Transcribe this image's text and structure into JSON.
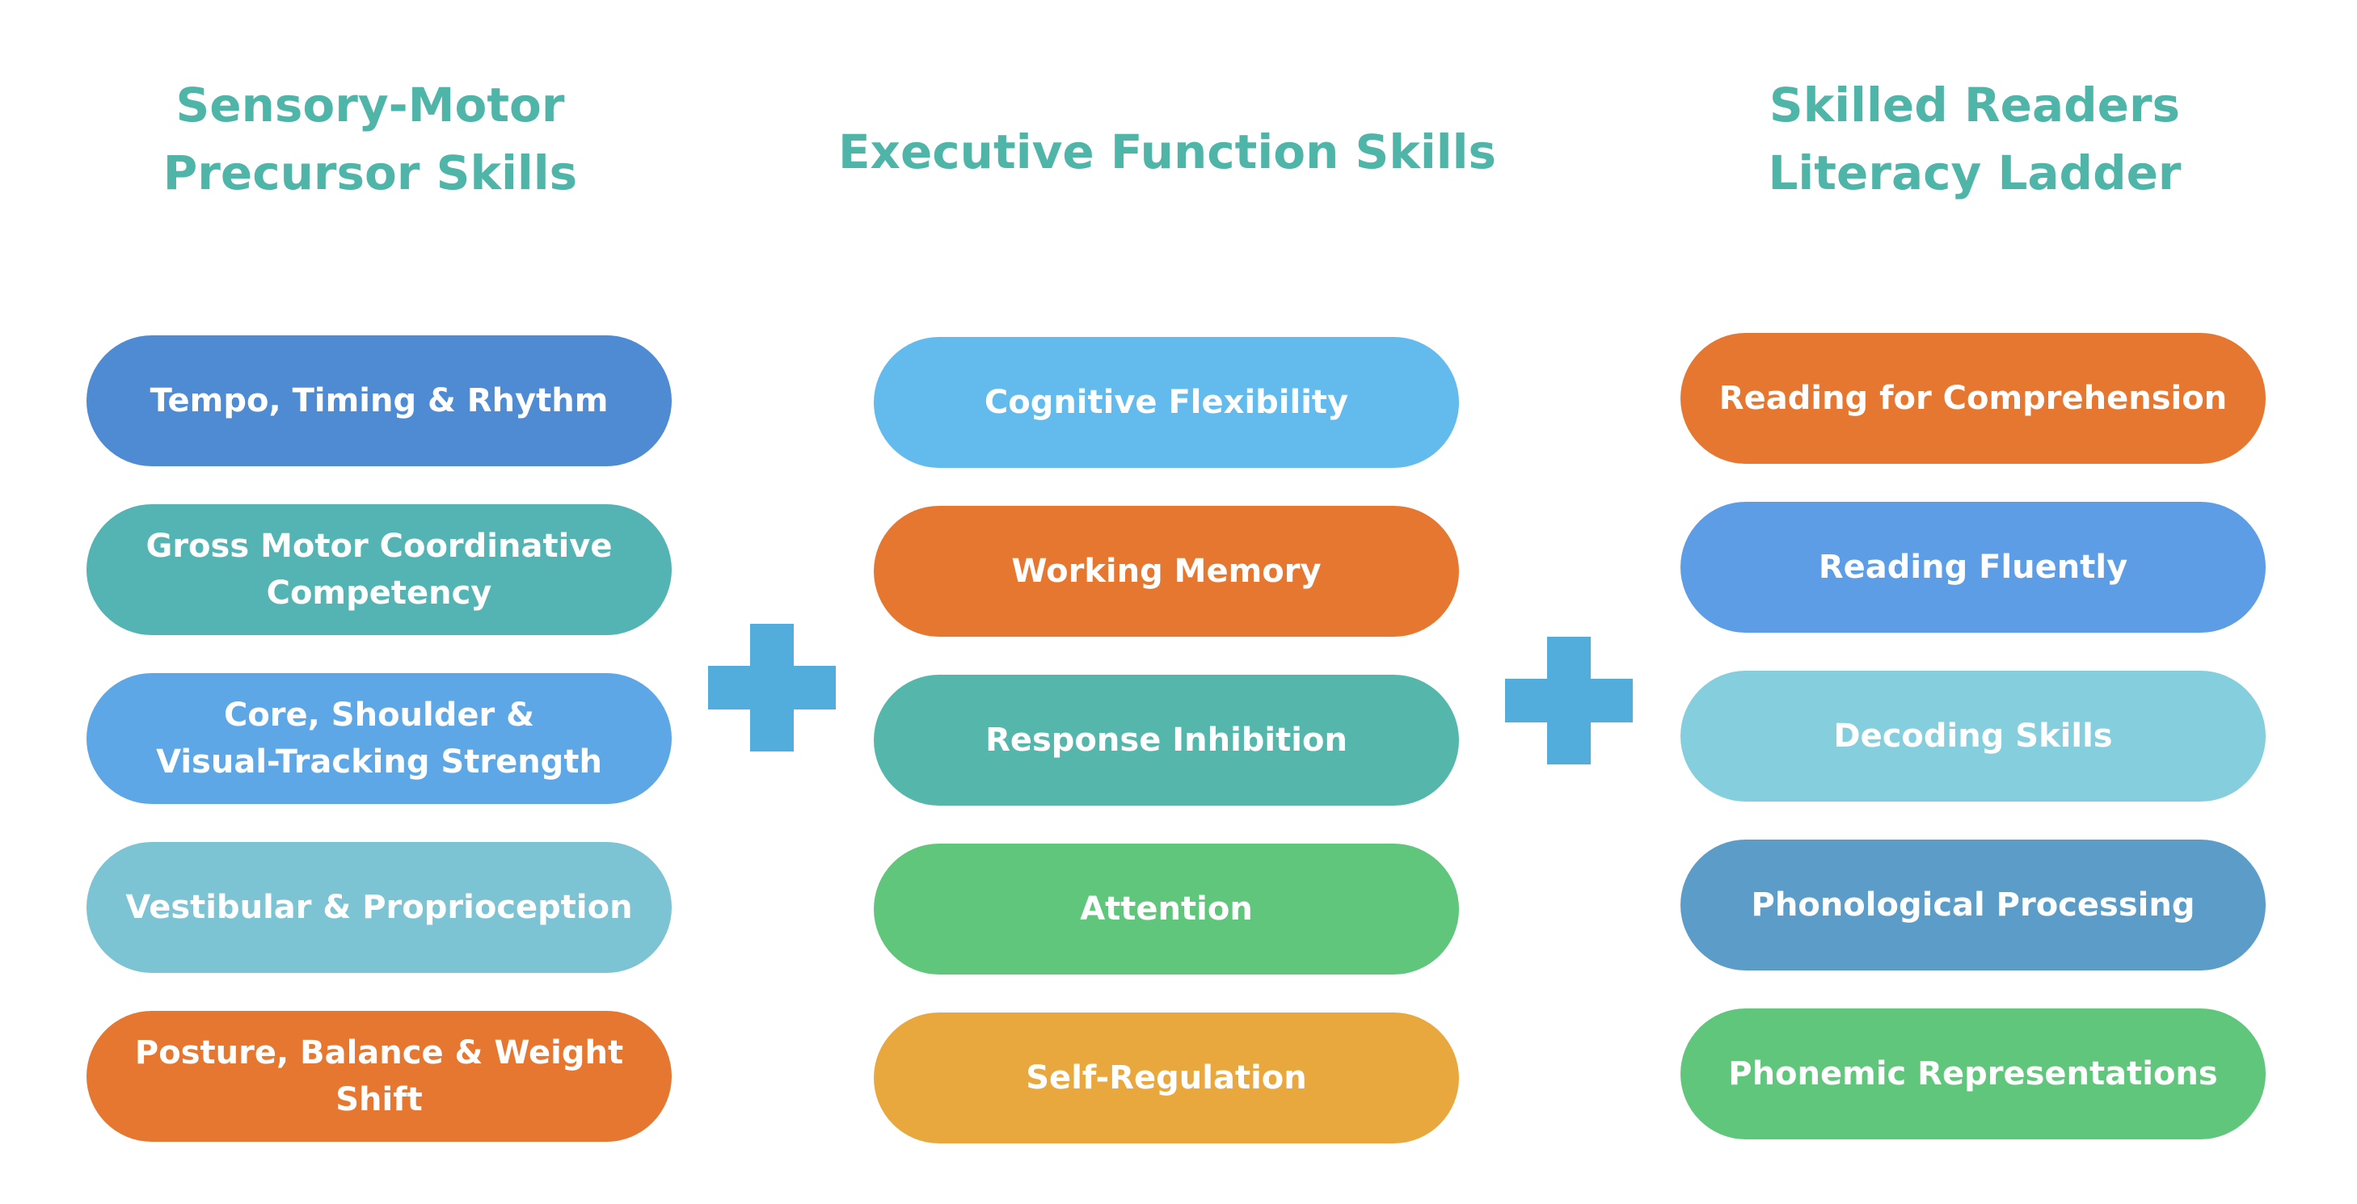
{
  "columns": [
    {
      "title": "Sensory-Motor\nPrecursor Skills",
      "items": [
        {
          "label": "Tempo, Timing & Rhythm",
          "color": "#4f8bd3"
        },
        {
          "label": "Gross Motor Coordinative\nCompetency",
          "color": "#54b3b3"
        },
        {
          "label": "Core, Shoulder &\nVisual-Tracking Strength",
          "color": "#5ea7e6"
        },
        {
          "label": "Vestibular & Proprioception",
          "color": "#7cc3d3"
        },
        {
          "label": "Posture, Balance & Weight Shift",
          "color": "#e67730"
        }
      ]
    },
    {
      "title": "Executive Function Skills",
      "items": [
        {
          "label": "Cognitive Flexibility",
          "color": "#62bbec"
        },
        {
          "label": "Working Memory",
          "color": "#e67730"
        },
        {
          "label": "Response Inhibition",
          "color": "#55b6ac"
        },
        {
          "label": "Attention",
          "color": "#5fc67b"
        },
        {
          "label": "Self-Regulation",
          "color": "#e9a83e"
        }
      ]
    },
    {
      "title": "Skilled Readers\nLiteracy Ladder",
      "items": [
        {
          "label": "Reading for Comprehension",
          "color": "#e67730"
        },
        {
          "label": "Reading Fluently",
          "color": "#5c9de6"
        },
        {
          "label": "Decoding Skills",
          "color": "#84cedd"
        },
        {
          "label": "Phonological Processing",
          "color": "#5b9cc8"
        },
        {
          "label": "Phonemic Representations",
          "color": "#5fc67b"
        }
      ]
    }
  ],
  "operators": [
    {
      "symbol": "plus-icon",
      "color": "#52acdc"
    },
    {
      "symbol": "plus-icon",
      "color": "#52acdc"
    }
  ]
}
